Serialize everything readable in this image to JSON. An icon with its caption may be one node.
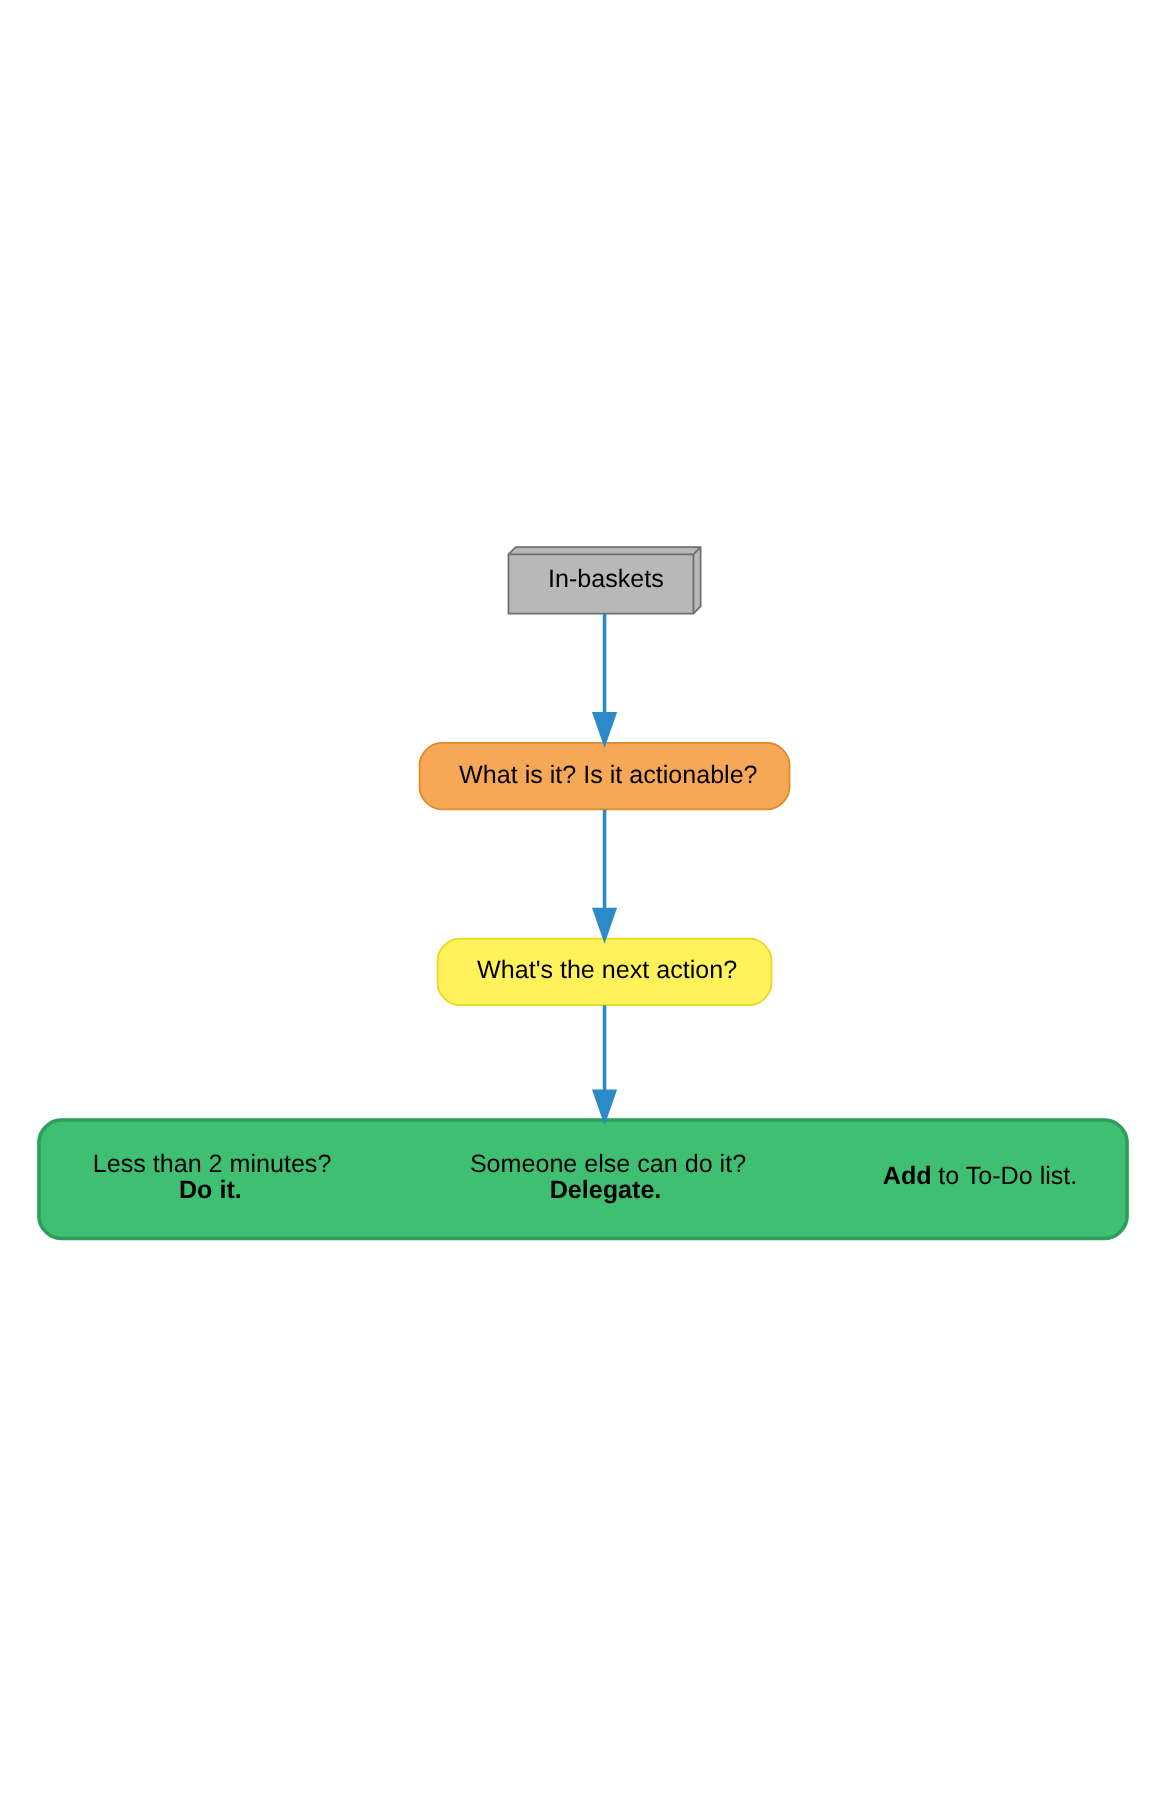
{
  "diagram": {
    "nodes": [
      {
        "text": [
          "In-baskets"
        ]
      },
      {
        "text": [
          "What is it? Is it actionable?"
        ]
      },
      {
        "text": [
          "What's the next action?"
        ]
      },
      {
        "text": [],
        "shape": "box"
      },
      {
        "text": [
          "Less than 2 minutes?",
          "Do it."
        ],
        "in": 3
      },
      {
        "text": [
          "Someone else can do it?",
          "Delegate."
        ],
        "in": 3
      },
      {
        "text": [
          "**Add** to To-Do list."
        ],
        "in": 3
      }
    ],
    "edges": [
      {
        "from": 0,
        "to": 1,
        "arrow": "to"
      },
      {
        "from": 1,
        "to": 2,
        "arrow": "to"
      },
      {
        "from": 2,
        "to": 3,
        "arrow": "to"
      }
    ]
  }
}
